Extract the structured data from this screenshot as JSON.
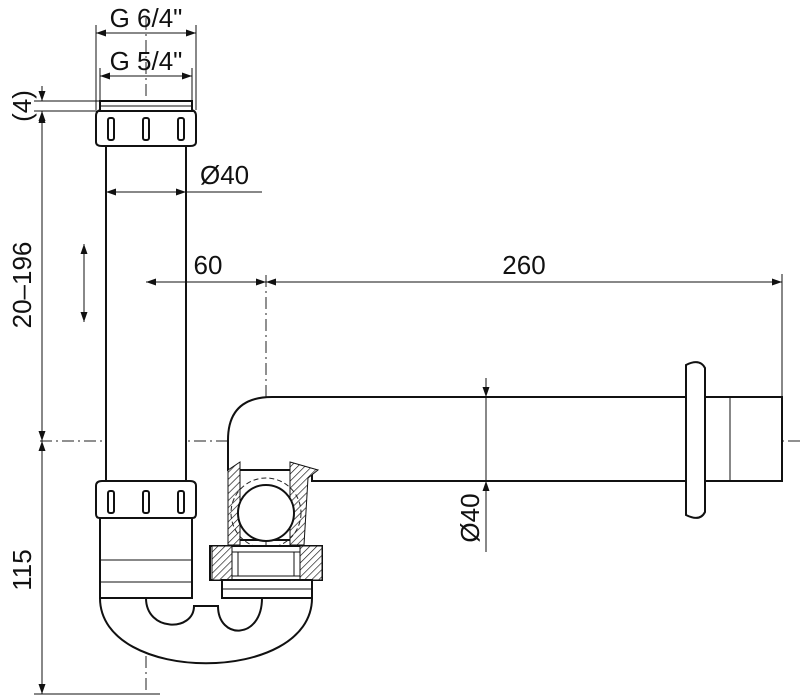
{
  "dimensions": {
    "thread_outer": "G 6/4\"",
    "thread_inner": "G 5/4\"",
    "gap": "(4)",
    "height_range": "20–196",
    "height_lower": "115",
    "pipe_diameter_vertical": "Ø40",
    "pipe_diameter_horizontal": "Ø40",
    "offset": "60",
    "length": "260"
  }
}
